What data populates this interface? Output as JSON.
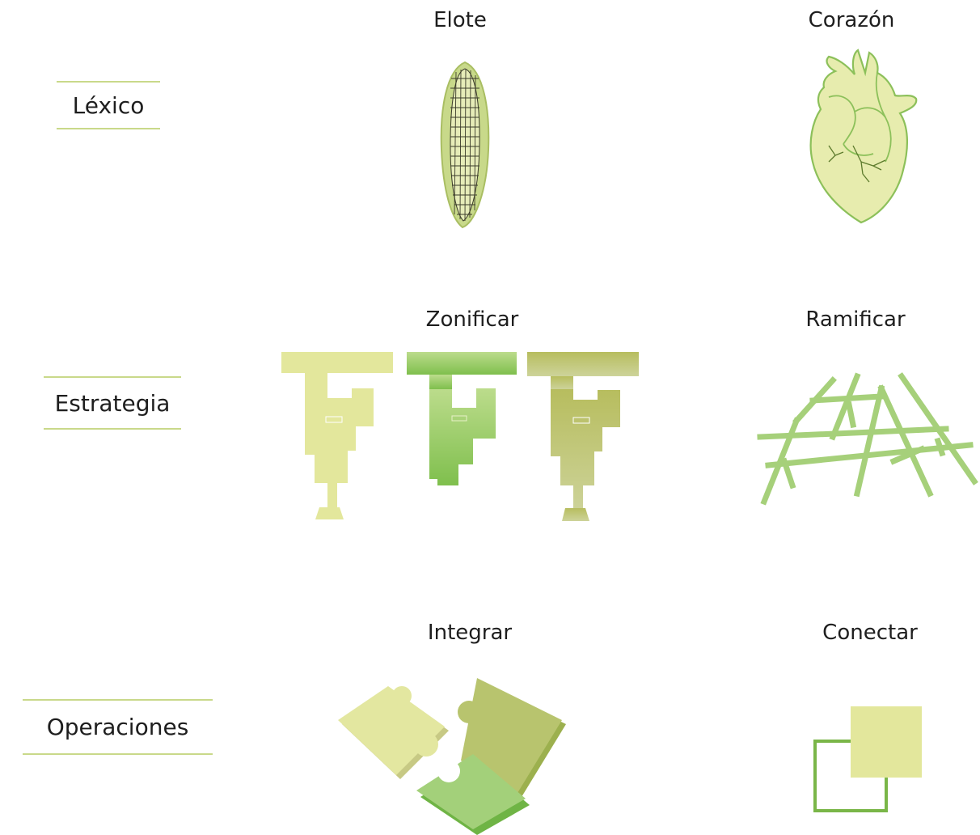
{
  "rows": [
    {
      "label": "Léxico"
    },
    {
      "label": "Estrategia"
    },
    {
      "label": "Operaciones"
    }
  ],
  "items": {
    "elote": "Elote",
    "corazon": "Corazón",
    "zonificar": "Zonificar",
    "ramificar": "Ramificar",
    "integrar": "Integrar",
    "conectar": "Conectar"
  },
  "colors": {
    "pale_yellow": "#e3e79c",
    "light_green": "#c8dc8a",
    "mid_green": "#8fc45a",
    "olive": "#b7bd5e",
    "outline_green": "#7ab648",
    "divider": "#c9d98a"
  }
}
